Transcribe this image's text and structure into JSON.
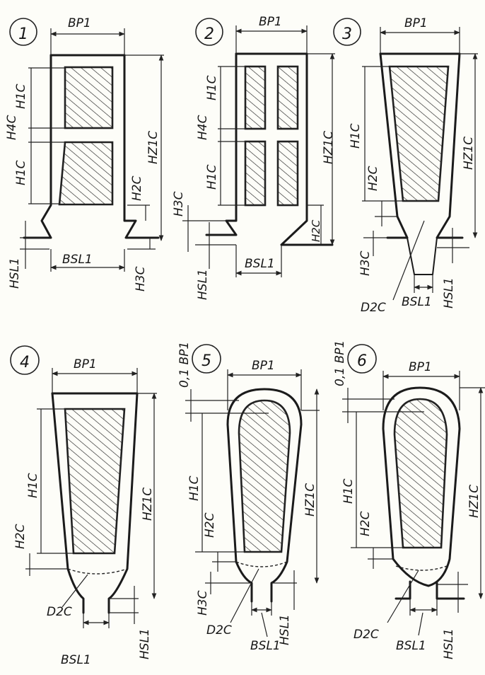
{
  "figures": [
    {
      "number": "1",
      "labels": {
        "width": "BP1",
        "slot_height": "H1C",
        "middle_gap": "H4C",
        "total_height": "HZ1C",
        "lip_height": "H2C",
        "lower_height": "H3C",
        "open_height": "HSL1",
        "opening": "BSL1"
      }
    },
    {
      "number": "2",
      "labels": {
        "width": "BP1",
        "slot_height_top": "H1C",
        "middle_gap": "H4C",
        "slot_height_bottom": "H1C",
        "total_height": "HZ1C",
        "lower_height": "H3C",
        "lip_height": "H2C",
        "open_height": "HSL1",
        "opening": "BSL1"
      }
    },
    {
      "number": "3",
      "labels": {
        "width": "BP1",
        "slot_height": "H1C",
        "lip_height": "H2C",
        "total_height": "HZ1C",
        "lower_height": "H3C",
        "diameter": "D2C",
        "opening": "BSL1",
        "open_height": "HSL1"
      }
    },
    {
      "number": "4",
      "labels": {
        "width": "BP1",
        "slot_height": "H1C",
        "total_height": "HZ1C",
        "lip_height": "H2C",
        "diameter": "D2C",
        "opening": "BSL1",
        "open_height": "HSL1"
      }
    },
    {
      "number": "5",
      "labels": {
        "top_offset": "0,1 BP1",
        "width": "BP1",
        "slot_height": "H1C",
        "lip_height": "H2C",
        "total_height": "HZ1C",
        "lower_height": "H3C",
        "diameter": "D2C",
        "opening": "BSL1",
        "open_height": "HSL1"
      }
    },
    {
      "number": "6",
      "labels": {
        "top_offset": "0,1 BP1",
        "width": "BP1",
        "slot_height": "H1C",
        "lip_height": "H2C",
        "total_height": "HZ1C",
        "diameter": "D2C",
        "opening": "BSL1",
        "open_height": "HSL1"
      }
    }
  ]
}
